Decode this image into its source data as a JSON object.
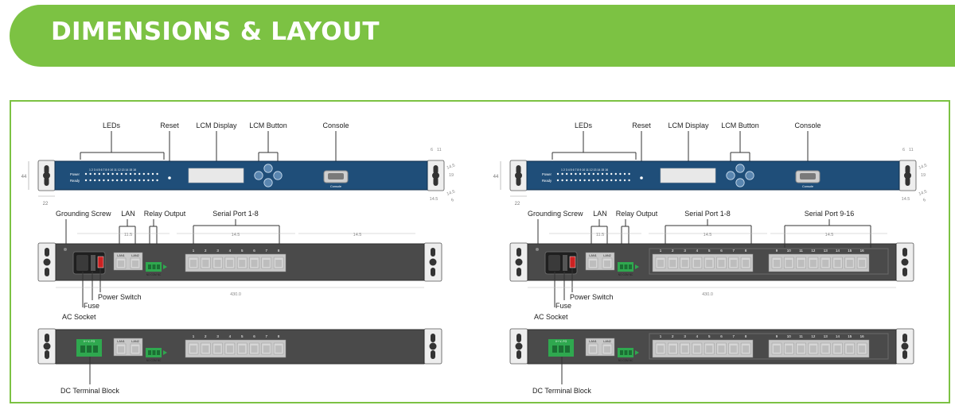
{
  "header": {
    "title": "DIMENSIONS & LAYOUT"
  },
  "colors": {
    "accent": "#7cc243",
    "front_panel": "#1f4e79",
    "rear_panel": "#4a4a4a",
    "terminal": "#2fa84f"
  },
  "front_labels": {
    "leds": "LEDs",
    "reset": "Reset",
    "lcm_display": "LCM Display",
    "lcm_button": "LCM Button",
    "console": "Console"
  },
  "rear_labels": {
    "grounding_screw": "Grounding Screw",
    "lan": "LAN",
    "relay_output": "Relay Output",
    "serial_1_8": "Serial Port 1-8",
    "serial_9_16": "Serial Port 9-16",
    "power_switch": "Power Switch",
    "fuse": "Fuse",
    "ac_socket": "AC Socket",
    "dc_terminal": "DC Terminal Block"
  },
  "dimensions": {
    "height": "44",
    "side": "22",
    "lan_pitch": "11.5",
    "port_pitch": "14.5",
    "width": "430.0",
    "ear_11": "11",
    "ear_14_5": "14.5",
    "ear_19": "19",
    "ear_6": "6"
  },
  "panel_text": {
    "power": "Power",
    "ready": "Ready",
    "console": "Console",
    "lan1": "LAN1",
    "lan2": "LAN2",
    "relay": "NO COM NC",
    "dc": "V+ V- FG"
  },
  "port_numbers": [
    "1",
    "2",
    "3",
    "4",
    "5",
    "6",
    "7",
    "8"
  ],
  "port_numbers_2": [
    "9",
    "10",
    "11",
    "12",
    "13",
    "14",
    "15",
    "16"
  ]
}
